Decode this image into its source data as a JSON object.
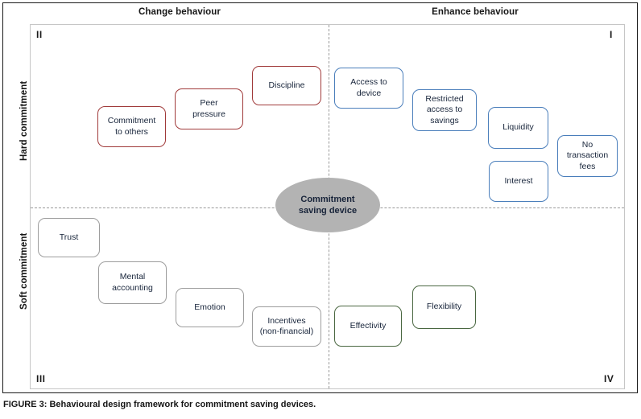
{
  "figure": {
    "caption": "FIGURE 3: Behavioural design framework for commitment saving devices.",
    "colors": {
      "hard_change": "#a03a3a",
      "hard_enhance": "#4a7ebb",
      "soft_change": "#9d9d9d",
      "soft_enhance": "#4a6741",
      "center_fill": "#b3b3b3",
      "frame": "#c6c6c6",
      "divider": "#9a9a9a"
    }
  },
  "axes": {
    "column_headers": [
      {
        "id": "change",
        "label": "Change behaviour"
      },
      {
        "id": "enhance",
        "label": "Enhance behaviour"
      }
    ],
    "row_labels": [
      {
        "id": "hard",
        "label": "Hard commitment"
      },
      {
        "id": "soft",
        "label": "Soft commitment"
      }
    ]
  },
  "quadrants": {
    "top_left": "II",
    "top_right": "I",
    "bottom_left": "III",
    "bottom_right": "IV"
  },
  "center": {
    "line1": "Commitment",
    "line2": "saving device"
  },
  "nodes": {
    "q2": [
      {
        "id": "commitment-to-others",
        "line1": "Commitment",
        "line2": "to others"
      },
      {
        "id": "peer-pressure",
        "line1": "Peer",
        "line2": "pressure"
      },
      {
        "id": "discipline",
        "line1": "Discipline",
        "line2": ""
      }
    ],
    "q1": [
      {
        "id": "access-to-device",
        "line1": "Access to",
        "line2": "device",
        "line3": ""
      },
      {
        "id": "restricted-access-to-savings",
        "line1": "Restricted",
        "line2": "access to",
        "line3": "savings"
      },
      {
        "id": "liquidity",
        "line1": "Liquidity",
        "line2": "",
        "line3": ""
      },
      {
        "id": "interest",
        "line1": "Interest",
        "line2": "",
        "line3": ""
      },
      {
        "id": "no-transaction-fees",
        "line1": "No",
        "line2": "transaction",
        "line3": "fees"
      }
    ],
    "q3": [
      {
        "id": "trust",
        "line1": "Trust",
        "line2": ""
      },
      {
        "id": "mental-accounting",
        "line1": "Mental",
        "line2": "accounting"
      },
      {
        "id": "emotion",
        "line1": "Emotion",
        "line2": ""
      },
      {
        "id": "incentives-non-financial",
        "line1": "Incentives",
        "line2": "(non-financial)"
      }
    ],
    "q4": [
      {
        "id": "effectivity",
        "line1": "Effectivity",
        "line2": ""
      },
      {
        "id": "flexibility",
        "line1": "Flexibility",
        "line2": ""
      }
    ]
  }
}
